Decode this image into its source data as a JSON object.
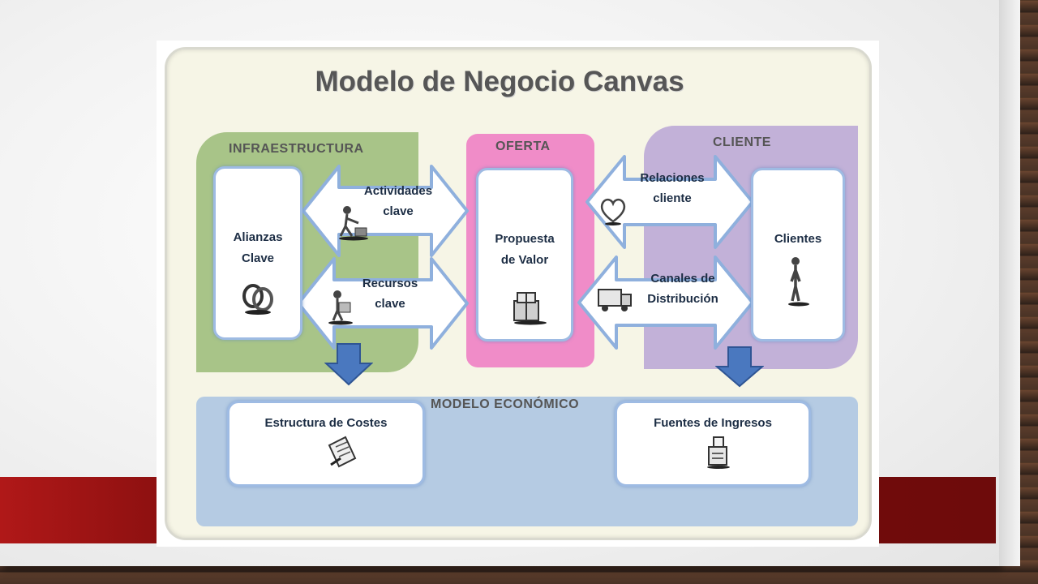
{
  "diagram": {
    "title": "Modelo de Negocio Canvas",
    "zones": {
      "infraestructura": "INFRAESTRUCTURA",
      "oferta": "OFERTA",
      "cliente": "CLIENTE",
      "modelo_economico": "MODELO ECONÓMICO"
    },
    "blocks": {
      "alianzas": "Alianzas\nClave",
      "actividades": "Actividades\nclave",
      "recursos": "Recursos\nclave",
      "propuesta": "Propuesta\nde Valor",
      "relaciones": "Relaciones\ncliente",
      "canales": "Canales de\nDistribución",
      "clientes": "Clientes",
      "costes": "Estructura de Costes",
      "ingresos": "Fuentes de Ingresos"
    },
    "icons": {
      "alianzas": "chain-links-icon",
      "actividades": "person-working-icon",
      "recursos": "person-with-box-icon",
      "propuesta": "gift-package-icon",
      "relaciones": "heart-icon",
      "canales": "delivery-truck-icon",
      "clientes": "person-standing-icon",
      "costes": "document-pen-icon",
      "ingresos": "cash-register-icon"
    },
    "colors": {
      "infraestructura": "#a8c488",
      "oferta": "#f08cc8",
      "cliente": "#c2b1d8",
      "modelo_economico": "#b5cbe3",
      "down_arrow": "#4a78bf",
      "background_band": "#7a0c0c"
    }
  }
}
